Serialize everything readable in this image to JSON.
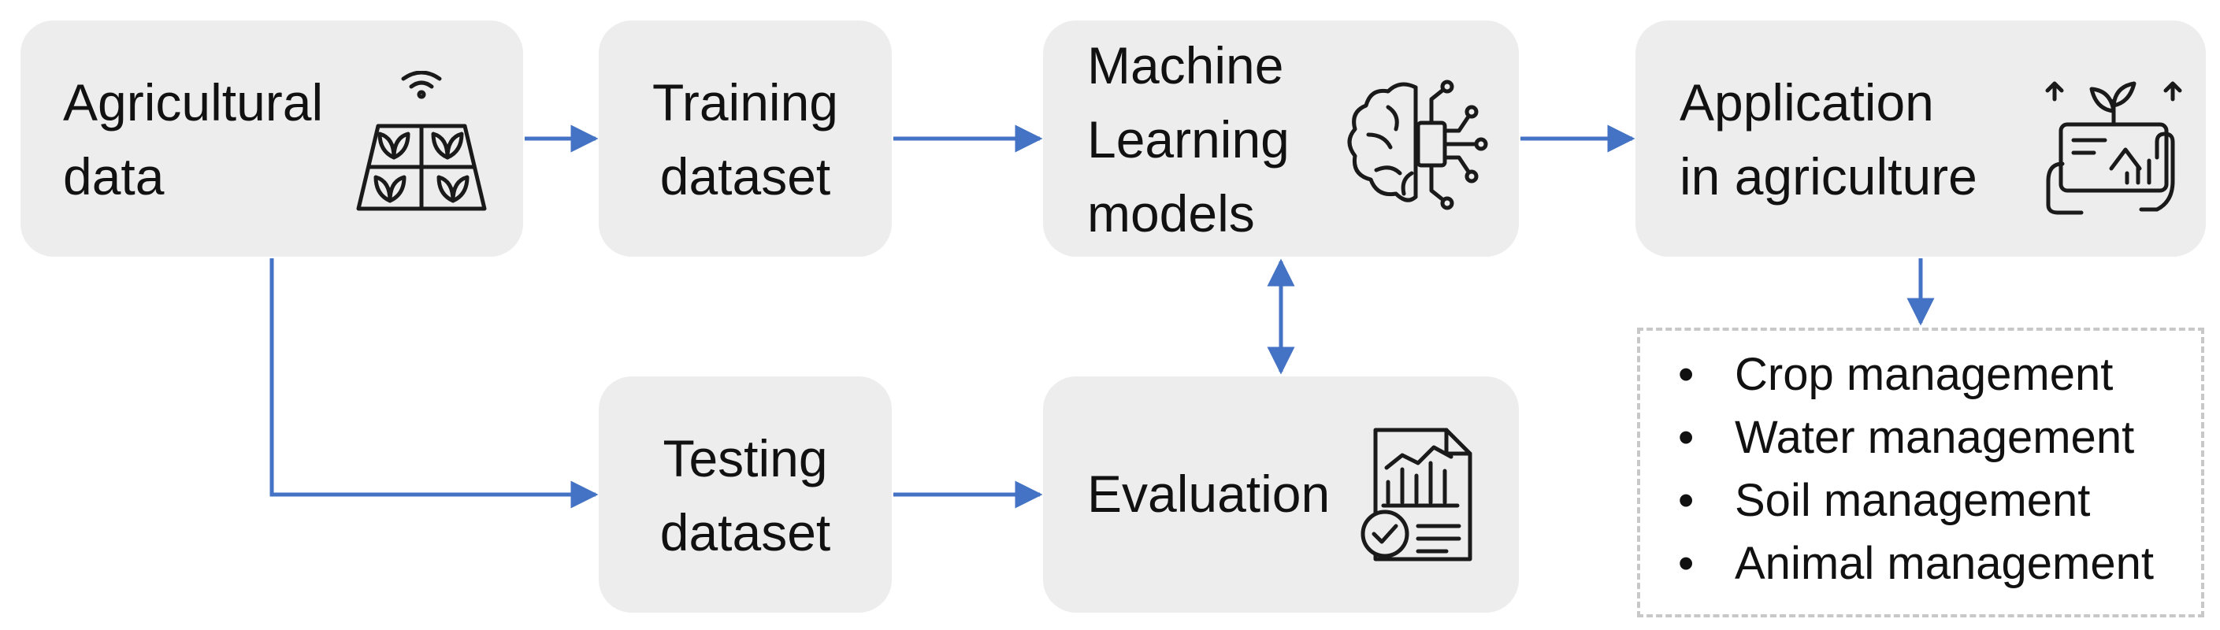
{
  "diagram": {
    "boxes": {
      "agricultural_data": {
        "lines": [
          "Agricultural",
          "data"
        ],
        "icon": "crop-field-sensor-icon"
      },
      "training_dataset": {
        "lines": [
          "Training",
          "dataset"
        ]
      },
      "ml_models": {
        "lines": [
          "Machine",
          "Learning",
          "models"
        ],
        "icon": "ai-brain-circuit-icon"
      },
      "application": {
        "lines": [
          "Application",
          "in agriculture"
        ],
        "icon": "smart-farming-tablet-icon"
      },
      "testing_dataset": {
        "lines": [
          "Testing",
          "dataset"
        ]
      },
      "evaluation": {
        "lines": [
          "Evaluation"
        ],
        "icon": "report-check-icon"
      }
    },
    "applications": {
      "bullet": "•",
      "items": [
        "Crop management",
        "Water management",
        "Soil management",
        "Animal management"
      ]
    },
    "colors": {
      "arrow": "#4472c4",
      "box_fill": "#ededed",
      "dashed_border": "#c8c8c8"
    }
  }
}
